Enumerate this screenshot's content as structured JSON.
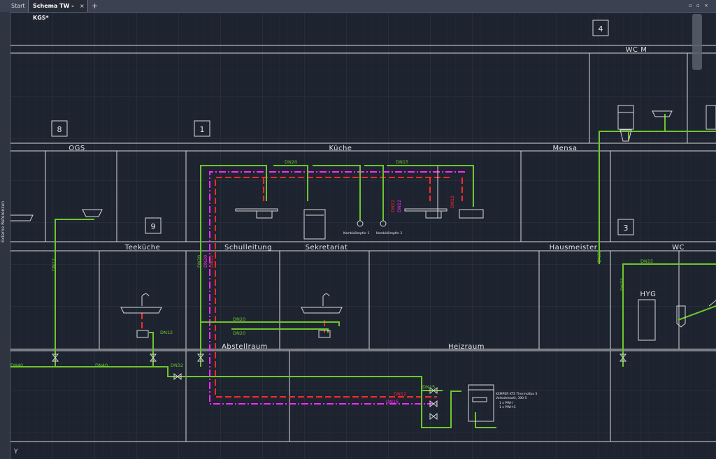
{
  "tabs": [
    {
      "label": "Start"
    },
    {
      "label": "Schema TW - KGS*",
      "close": "×"
    }
  ],
  "new_tab": "+",
  "side_panel": {
    "label": "Externe Referenzen"
  },
  "window_controls": "▫ ▫ ×",
  "axis_label": "Y",
  "drawing": {
    "room_numbers": [
      "8",
      "1",
      "9",
      "4",
      "3"
    ],
    "rooms": [
      "OGS",
      "Küche",
      "Mensa",
      "WC M",
      "Teeküche",
      "Schulleitung",
      "Sekretariat",
      "Hausmeister",
      "WC",
      "HYG",
      "Abstellraum",
      "Heizraum"
    ],
    "pipe_labels": [
      "DN20",
      "DN15",
      "DN12",
      "DN20",
      "DN20",
      "DN32",
      "DN40",
      "DN40",
      "DN32",
      "DN15",
      "DN32",
      "DN15",
      "DN12",
      "DN12",
      "DN15",
      "DN12",
      "DN12",
      "DN20",
      "DN20",
      "DN12",
      "DN12"
    ],
    "equipment": {
      "kombidaempfer_1": "Kombidämpfer 1",
      "kombidaempfer_2": "Kombidämpfer 2",
      "kemper_line1": "KEMPER KTS ThermoBox S",
      "kemper_line2": "Volledelstahl, 300 S",
      "kemper_line3": "1 x PWH",
      "kemper_line4": "1 x PWH-C"
    }
  },
  "colors": {
    "background": "#1e2330",
    "grid": "#2a3040",
    "wall": "#d8d8d8",
    "cold_water": "#6ec62b",
    "hot_water": "#ff2a2a",
    "circulation": "#ff2aff"
  }
}
